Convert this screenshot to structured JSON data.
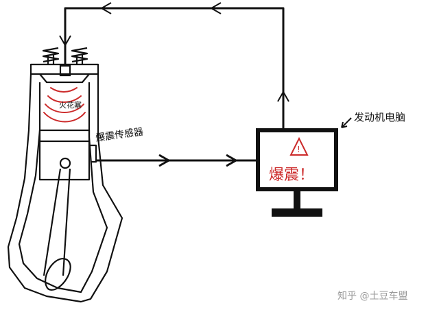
{
  "labels": {
    "combustion": "火花塞",
    "sensor": "爆震传感器",
    "ecu": "发动机电脑",
    "warning": "爆震！",
    "warning_glyph": "!"
  },
  "watermark": {
    "text": "知乎 @土豆车盟"
  },
  "colors": {
    "line": "#111111",
    "red": "#cc2a2a",
    "gray": "#9a9a9a"
  }
}
